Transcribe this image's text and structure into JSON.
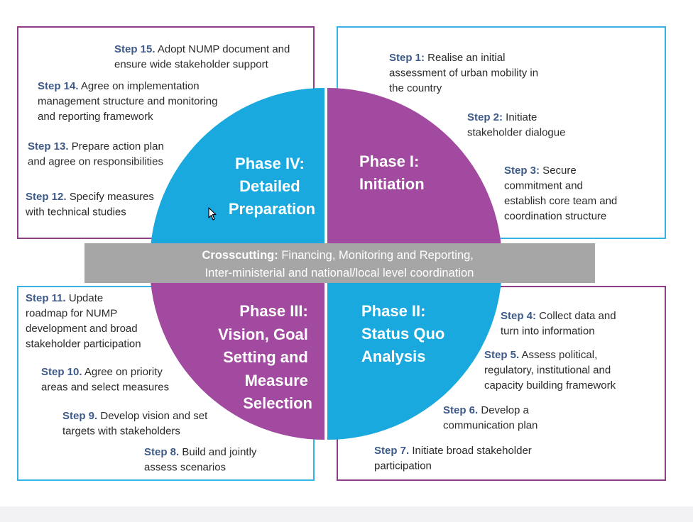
{
  "colors": {
    "blue": "#1aa9de",
    "purple": "#a24a9f",
    "band": "#a6a6a6",
    "step_number": "#3d5a88",
    "blue_frame": "#35b4e4",
    "purple_frame": "#8e3e88"
  },
  "phases": {
    "phase1": {
      "lines": [
        "Phase I:",
        "Initiation"
      ]
    },
    "phase2": {
      "lines": [
        "Phase II:",
        "Status Quo",
        "Analysis"
      ]
    },
    "phase3": {
      "lines": [
        "Phase III:",
        "Vision, Goal",
        "Setting and",
        "Measure",
        "Selection"
      ]
    },
    "phase4": {
      "lines": [
        "Phase IV:",
        "Detailed",
        "Preparation"
      ]
    }
  },
  "crosscutting": {
    "label": "Crosscutting:",
    "line1": " Financing, Monitoring and Reporting,",
    "line2": "Inter-ministerial and national/local level coordination"
  },
  "steps": [
    {
      "id": "s1",
      "num": "Step 1:",
      "first": " Realise an initial",
      "rest": [
        "assessment of urban mobility in",
        "the  country"
      ]
    },
    {
      "id": "s2",
      "num": "Step 2:",
      "first": " Initiate",
      "rest": [
        "stakeholder dialogue"
      ]
    },
    {
      "id": "s3",
      "num": "Step 3:",
      "first": " Secure",
      "rest": [
        "commitment and",
        "establish core team and",
        "coordination structure"
      ]
    },
    {
      "id": "s4",
      "num": "Step 4:",
      "first": " Collect data and",
      "rest": [
        "turn into information"
      ]
    },
    {
      "id": "s5",
      "num": "Step 5.",
      "first": " Assess political,",
      "rest": [
        "regulatory, institutional and",
        "capacity building framework"
      ]
    },
    {
      "id": "s6",
      "num": "Step 6.",
      "first": " Develop a",
      "rest": [
        "communication plan"
      ]
    },
    {
      "id": "s7",
      "num": "Step 7.",
      "first": " Initiate broad stakeholder",
      "rest": [
        "participation"
      ]
    },
    {
      "id": "s8",
      "num": "Step 8.",
      "first": " Build and jointly",
      "rest": [
        "assess scenarios"
      ]
    },
    {
      "id": "s9",
      "num": "Step 9.",
      "first": " Develop vision and set",
      "rest": [
        "targets with stakeholders"
      ]
    },
    {
      "id": "s10",
      "num": "Step 10.",
      "first": " Agree on priority",
      "rest": [
        "areas and select measures"
      ]
    },
    {
      "id": "s11",
      "num": "Step 11.",
      "first": " Update",
      "rest": [
        "roadmap for NUMP",
        "development and broad",
        "stakeholder participation"
      ]
    },
    {
      "id": "s12",
      "num": "Step 12.",
      "first": " Specify measures",
      "rest": [
        "with technical studies"
      ]
    },
    {
      "id": "s13",
      "num": "Step 13.",
      "first": " Prepare action plan",
      "rest": [
        "and agree on responsibilities"
      ]
    },
    {
      "id": "s14",
      "num": "Step 14.",
      "first": " Agree on implementation",
      "rest": [
        "management structure and monitoring",
        "and reporting framework"
      ]
    },
    {
      "id": "s15",
      "num": "Step 15.",
      "first": " Adopt NUMP document and",
      "rest": [
        "ensure wide stakeholder support"
      ]
    }
  ]
}
